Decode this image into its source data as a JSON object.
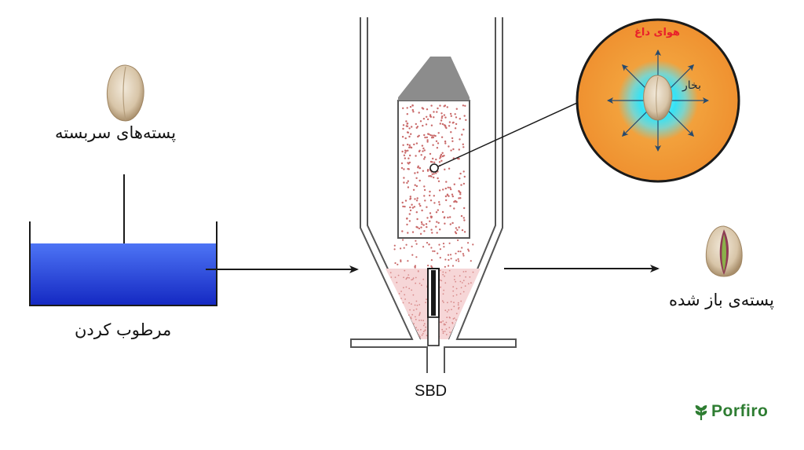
{
  "labels": {
    "closed_pistachios": "پسته‌های سربسته",
    "moistening": "مرطوب کردن",
    "opened_pistachio": "پسته‌ی باز شده",
    "device": "SBD",
    "hot_air": "هوای داغ",
    "steam": "بخار"
  },
  "logo": {
    "text": "Porfiro",
    "color": "#2e7d32"
  },
  "colors": {
    "water_top": "#3a63f0",
    "water_bottom": "#1a2fc8",
    "hot_air_zone": "#f0962f",
    "steam_zone": "#36e2f5",
    "particle": "#c96a6a",
    "bed": "#f4cfd0",
    "cone": "#8c8c8c",
    "arrow": "#1a1a1a"
  },
  "icons": [
    "closed-pistachio-icon",
    "opened-pistachio-icon",
    "leaf-logo-icon"
  ]
}
